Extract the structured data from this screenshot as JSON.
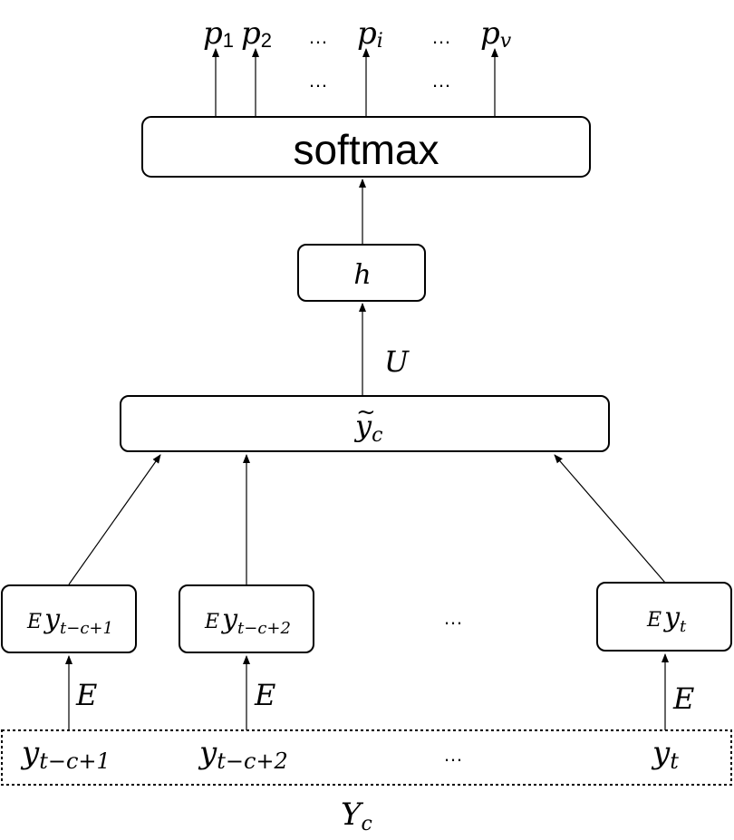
{
  "outputs": {
    "p1": "p",
    "p1_sub": "1",
    "p2": "p",
    "p2_sub": "2",
    "dots_top_1": "…",
    "pi": "p",
    "pi_sub": "i",
    "dots_top_2": "…",
    "pv": "p",
    "pv_sub": "v",
    "dots_mid_1": "…",
    "dots_mid_2": "…"
  },
  "softmax_label": "softmax",
  "hidden_label": "h",
  "U_label": "U",
  "ytilde": {
    "base": "y",
    "tilde": "~",
    "sub": "c"
  },
  "embeddings": [
    {
      "prefix": "E",
      "var": "y",
      "sub": "t−c+1"
    },
    {
      "prefix": "E",
      "var": "y",
      "sub": "t−c+2"
    },
    {
      "prefix": "E",
      "var": "y",
      "sub": "t"
    }
  ],
  "embed_dots": "…",
  "E_labels": [
    "E",
    "E",
    "E"
  ],
  "inputs": [
    {
      "var": "y",
      "sub": "t−c+1"
    },
    {
      "var": "y",
      "sub": "t−c+2"
    },
    {
      "var": "y",
      "sub": "t"
    }
  ],
  "input_dots": "…",
  "Yc": {
    "var": "Y",
    "sub": "c"
  }
}
